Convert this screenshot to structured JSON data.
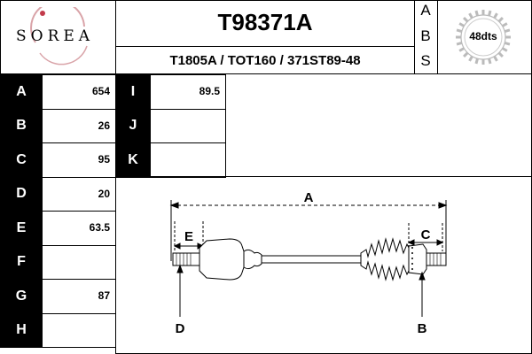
{
  "header": {
    "brand": "SOREA",
    "part_number": "T98371A",
    "references": "T1805A / TOT160 / 371ST89-48",
    "side_letters": [
      "A",
      "B",
      "S"
    ],
    "teeth_badge": "48dts"
  },
  "colors": {
    "brand_arc": "#d9a3a8",
    "brand_dot": "#c23b4b",
    "grid": "#000000"
  },
  "left_table": [
    {
      "label": "A",
      "value": "654"
    },
    {
      "label": "B",
      "value": "26"
    },
    {
      "label": "C",
      "value": "95"
    },
    {
      "label": "D",
      "value": "20"
    },
    {
      "label": "E",
      "value": "63.5"
    },
    {
      "label": "F",
      "value": ""
    },
    {
      "label": "G",
      "value": "87"
    },
    {
      "label": "H",
      "value": ""
    }
  ],
  "mid_table": [
    {
      "label": "I",
      "value": "89.5"
    },
    {
      "label": "J",
      "value": ""
    },
    {
      "label": "K",
      "value": ""
    }
  ],
  "diagram": {
    "label_a": "A",
    "label_b": "B",
    "label_c": "C",
    "label_d": "D",
    "label_e": "E"
  }
}
